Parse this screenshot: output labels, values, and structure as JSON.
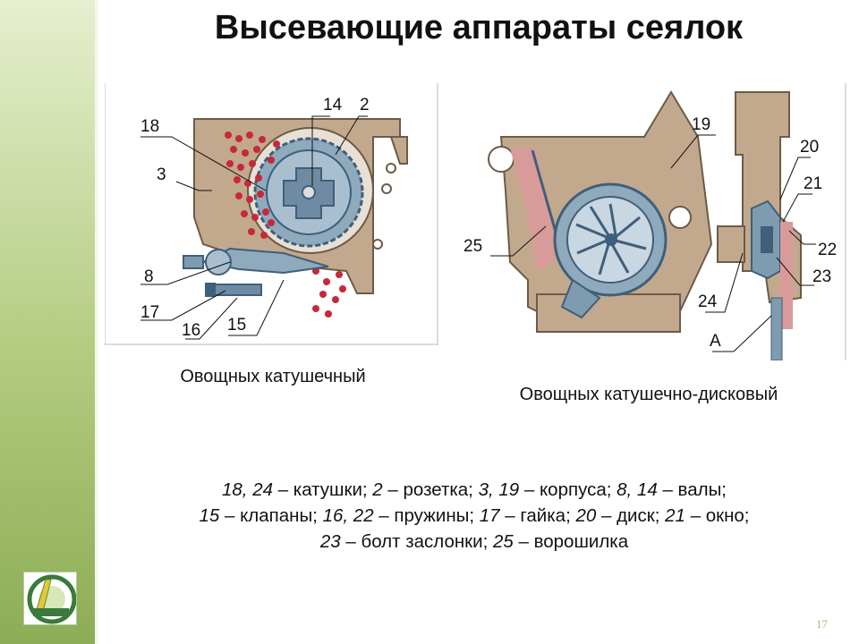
{
  "slide": {
    "title": "Высевающие аппараты сеялок",
    "page_number": "17"
  },
  "figures": {
    "left": {
      "caption": "Овощных катушечный",
      "callouts": [
        "14",
        "2",
        "18",
        "3",
        "8",
        "17",
        "16",
        "15"
      ]
    },
    "right": {
      "caption": "Овощных катушечно-дисковый",
      "callouts": [
        "19",
        "20",
        "21",
        "25",
        "22",
        "23",
        "24",
        "А"
      ]
    }
  },
  "legend": {
    "line1": [
      {
        "nums": "18, 24",
        "text": " – катушки; "
      },
      {
        "nums": "2",
        "text": " – розетка; "
      },
      {
        "nums": "3, 19",
        "text": " – корпуса; "
      },
      {
        "nums": "8, 14",
        "text": " – валы;"
      }
    ],
    "line2": [
      {
        "nums": "15",
        "text": " – клапаны; "
      },
      {
        "nums": "16, 22",
        "text": " – пружины; "
      },
      {
        "nums": "17",
        "text": " – гайка; "
      },
      {
        "nums": "20",
        "text": " – диск; "
      },
      {
        "nums": "21",
        "text": " – окно;"
      }
    ],
    "line3": [
      {
        "nums": "23",
        "text": " – болт заслонки; "
      },
      {
        "nums": "25",
        "text": " – ворошилка"
      }
    ]
  },
  "colors": {
    "housing": "#c2a98e",
    "housing_dark": "#8d7560",
    "seed": "#c8283a",
    "mechanism": "#7e9bb0",
    "mechanism_dark": "#3f5f7a",
    "accent": "#8cad55"
  }
}
